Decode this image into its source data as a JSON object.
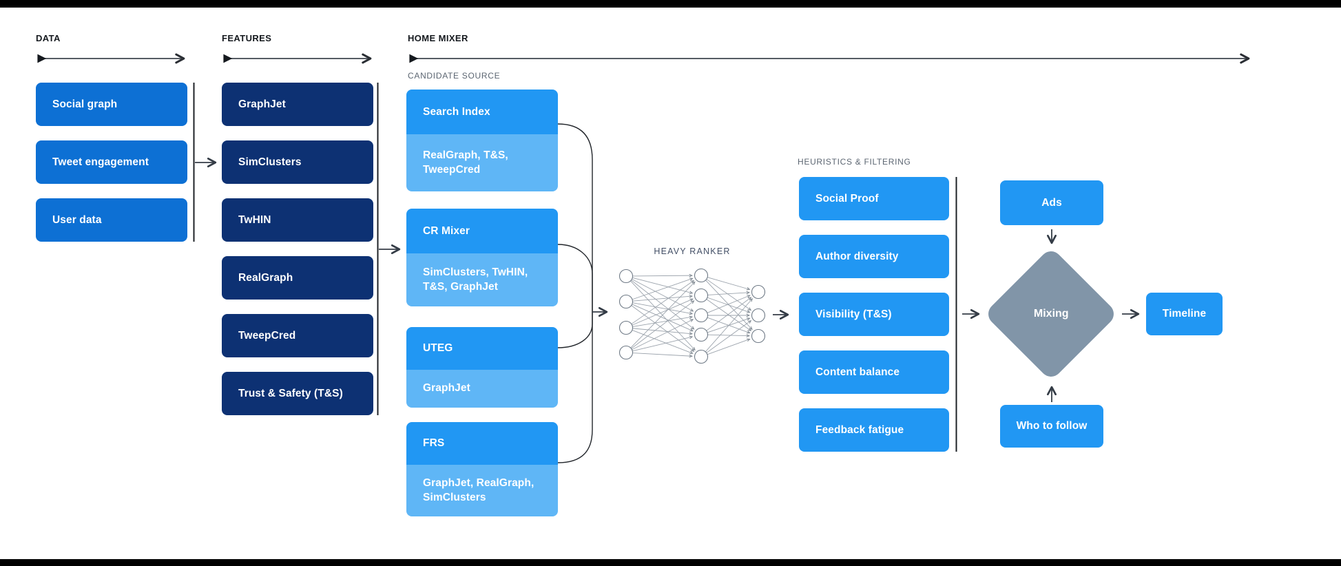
{
  "colors": {
    "primary_blue": "#0d70d4",
    "navy": "#0d3173",
    "bright_blue": "#2197f3",
    "light_blue": "#5fb6f6",
    "diamond_gray": "#8195a8",
    "line_dark": "#343c46",
    "background": "#ffffff",
    "letterbox_bar": "#000000"
  },
  "sections": {
    "data": {
      "label": "DATA",
      "items": [
        "Social graph",
        "Tweet engagement",
        "User data"
      ]
    },
    "features": {
      "label": "FEATURES",
      "items": [
        "GraphJet",
        "SimClusters",
        "TwHIN",
        "RealGraph",
        "TweepCred",
        "Trust & Safety (T&S)"
      ]
    },
    "home_mixer": {
      "label": "HOME MIXER",
      "candidate_source": {
        "label": "CANDIDATE SOURCE",
        "groups": [
          {
            "title": "Search Index",
            "sources": "RealGraph, T&S, TweepCred"
          },
          {
            "title": "CR Mixer",
            "sources": "SimClusters, TwHIN, T&S, GraphJet"
          },
          {
            "title": "UTEG",
            "sources": "GraphJet"
          },
          {
            "title": "FRS",
            "sources": "GraphJet, RealGraph, SimClusters"
          }
        ]
      },
      "heavy_ranker": {
        "label": "HEAVY RANKER"
      },
      "heuristics": {
        "label": "HEURISTICS & FILTERING",
        "items": [
          "Social Proof",
          "Author diversity",
          "Visibility (T&S)",
          "Content balance",
          "Feedback fatigue"
        ]
      },
      "mixer": {
        "ads": "Ads",
        "diamond": "Mixing",
        "who_to_follow": "Who to follow",
        "timeline": "Timeline"
      }
    }
  }
}
